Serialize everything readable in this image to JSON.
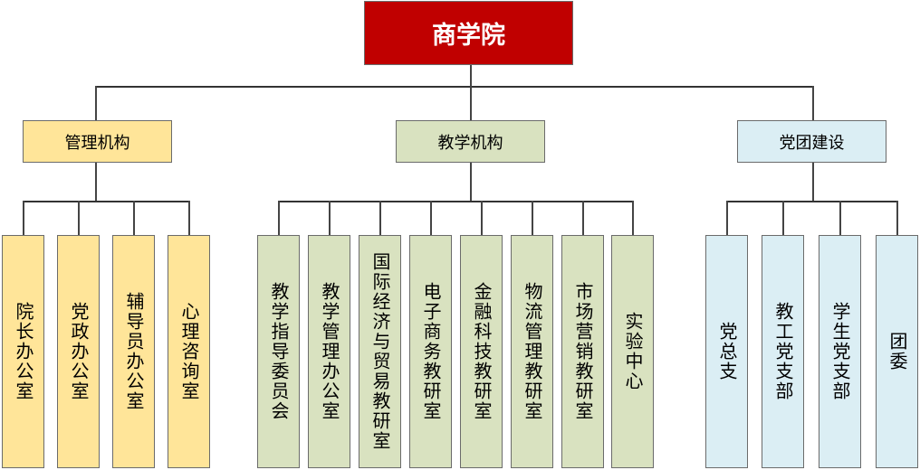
{
  "root": "商学院",
  "groups": [
    {
      "label": "管理机构",
      "color": "#ffe599",
      "children": [
        "院长办公室",
        "党政办公室",
        "辅导员办公室",
        "心理咨询室"
      ]
    },
    {
      "label": "教学机构",
      "color": "#d9e2c0",
      "children": [
        "教学指导委员会",
        "教学管理办公室",
        "国际经济与贸易教研室",
        "电子商务教研室",
        "金融科技教研室",
        "物流管理教研室",
        "市场营销教研室",
        "实验中心"
      ]
    },
    {
      "label": "党团建设",
      "color": "#dbeef4",
      "children": [
        "党总支",
        "教工党支部",
        "学生党支部",
        "团委"
      ]
    }
  ]
}
